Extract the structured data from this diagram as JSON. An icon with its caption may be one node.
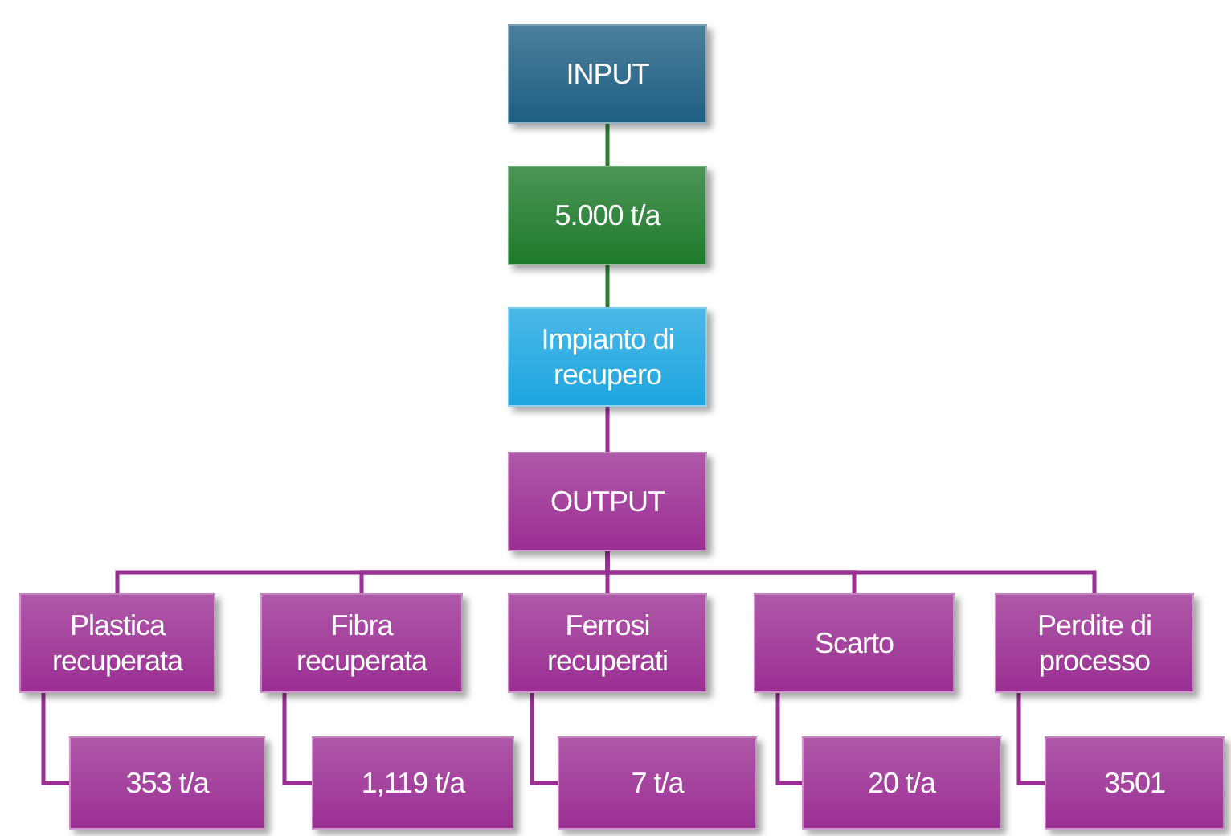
{
  "diagram": {
    "nodes": [
      {
        "text": [
          "INPUT"
        ]
      },
      {
        "text": [
          "5.000 t/a"
        ]
      },
      {
        "text": [
          "Impianto di recupero"
        ]
      },
      {
        "text": [
          "OUTPUT"
        ]
      },
      {
        "text": [
          "Plastica recuperata"
        ]
      },
      {
        "text": [
          "Fibra recuperata"
        ]
      },
      {
        "text": [
          "Ferrosi recuperati"
        ]
      },
      {
        "text": [
          "Scarto"
        ]
      },
      {
        "text": [
          "Perdite di processo"
        ]
      },
      {
        "text": [
          "353 t/a"
        ]
      },
      {
        "text": [
          "1,119 t/a"
        ]
      },
      {
        "text": [
          "7 t/a"
        ]
      },
      {
        "text": [
          "20 t/a"
        ]
      },
      {
        "text": [
          "3501"
        ]
      }
    ],
    "edges": [
      {
        "from": 0,
        "to": 1,
        "arrow": "none",
        "color": "#2e7d32"
      },
      {
        "from": 1,
        "to": 2,
        "arrow": "none",
        "color": "#2e7d32"
      },
      {
        "from": 2,
        "to": 3,
        "arrow": "none"
      },
      {
        "from": 3,
        "to": 4,
        "arrow": "none"
      },
      {
        "from": 3,
        "to": 5,
        "arrow": "none"
      },
      {
        "from": 3,
        "to": 6,
        "arrow": "none"
      },
      {
        "from": 3,
        "to": 7,
        "arrow": "none"
      },
      {
        "from": 3,
        "to": 8,
        "arrow": "none"
      },
      {
        "from": 4,
        "to": 9,
        "arrow": "none"
      },
      {
        "from": 5,
        "to": 10,
        "arrow": "none"
      },
      {
        "from": 6,
        "to": 11,
        "arrow": "none"
      },
      {
        "from": 7,
        "to": 12,
        "arrow": "none"
      },
      {
        "from": 8,
        "to": 13,
        "arrow": "none"
      }
    ]
  }
}
